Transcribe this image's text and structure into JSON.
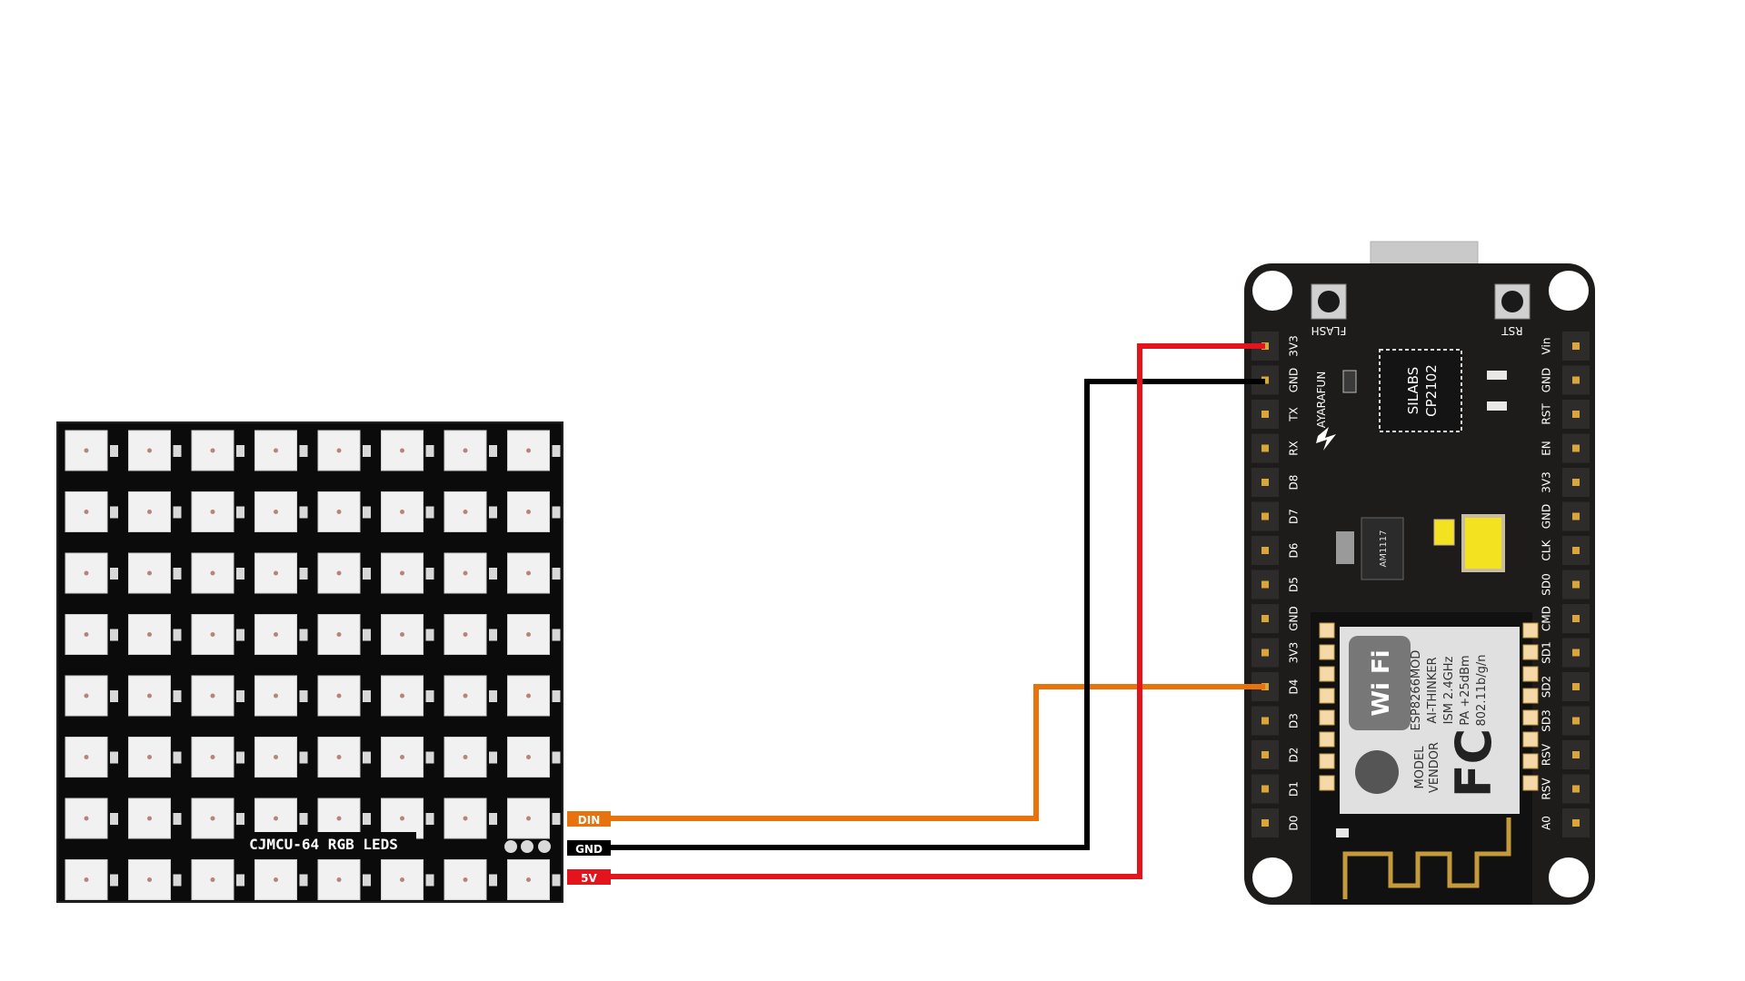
{
  "led_matrix": {
    "silkscreen": "CJMCU-64 RGB LEDS",
    "rows": 8,
    "cols": 8,
    "pin_labels": [
      {
        "text": "DIN",
        "color": "#e8720c"
      },
      {
        "text": "GND",
        "color": "#000000"
      },
      {
        "text": "5V",
        "color": "#e4141c"
      }
    ]
  },
  "wires": {
    "din_color": "#e8720c",
    "gnd_color": "#000000",
    "vcc_color": "#e4141c"
  },
  "nodemcu": {
    "buttons": {
      "flash": "FLASH",
      "rst": "RST"
    },
    "usb_bridge": {
      "line1": "SILABS",
      "line2": "CP2102"
    },
    "brand": "AYARAFUN",
    "regulator": "AM1117",
    "left_pins": [
      "3V3",
      "GND",
      "TX",
      "RX",
      "D8",
      "D7",
      "D6",
      "D5",
      "GND",
      "3V3",
      "D4",
      "D3",
      "D2",
      "D1",
      "D0"
    ],
    "right_pins": [
      "Vin",
      "GND",
      "RST",
      "EN",
      "3V3",
      "GND",
      "CLK",
      "SD0",
      "CMD",
      "SD1",
      "SD2",
      "SD3",
      "RSV",
      "RSV",
      "A0"
    ],
    "module": {
      "wifi_logo": "Wi Fi",
      "fcc": "FC",
      "lines": [
        "ESP8266MOD",
        "AI-THINKER",
        "ISM 2.4GHz",
        "PA +25dBm",
        "802.11b/g/n"
      ],
      "model_label": "MODEL",
      "vendor_label": "VENDOR"
    }
  }
}
